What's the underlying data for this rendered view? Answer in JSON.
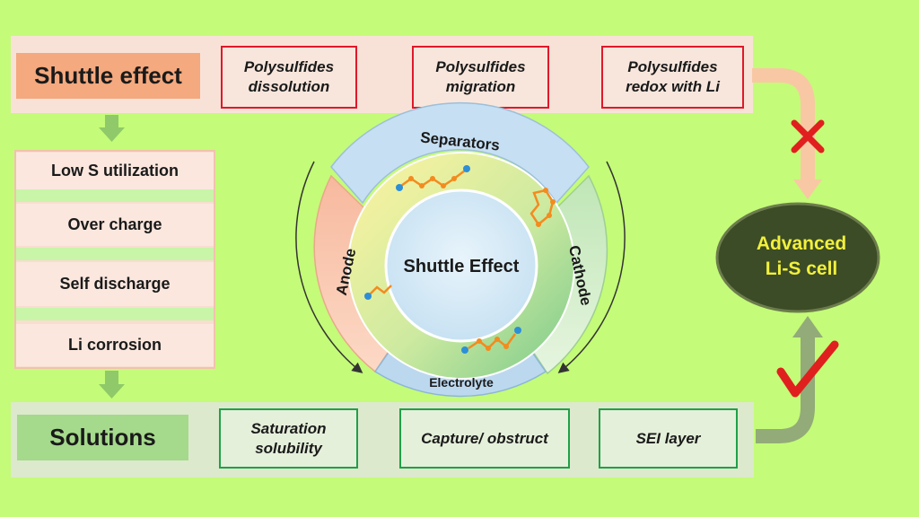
{
  "shuttle_effect": {
    "title": "Shuttle effect",
    "problems": [
      "Polysulfides\ndissolution",
      "Polysulfides\nmigration",
      "Polysulfides\nredox with Li"
    ]
  },
  "issues": [
    "Low S utilization",
    "Over charge",
    "Self discharge",
    "Li corrosion"
  ],
  "solutions": {
    "title": "Solutions",
    "items": [
      "Saturation\nsolubility",
      "Capture/ obstruct",
      "SEI layer"
    ]
  },
  "ring": {
    "center": "Shuttle Effect",
    "separators": "Separators",
    "anode": "Anode",
    "cathode": "Cathode",
    "electrolyte": "Electrolyte"
  },
  "result": {
    "line1": "Advanced",
    "line2": "Li-S cell"
  },
  "colors": {
    "background": "#c4fb78",
    "problem_border": "#e0182a",
    "solution_border": "#1fa049",
    "result_fill": "#3b4c26",
    "result_text": "#f2f03c",
    "cross": "#e0201e",
    "check": "#e0201e"
  }
}
